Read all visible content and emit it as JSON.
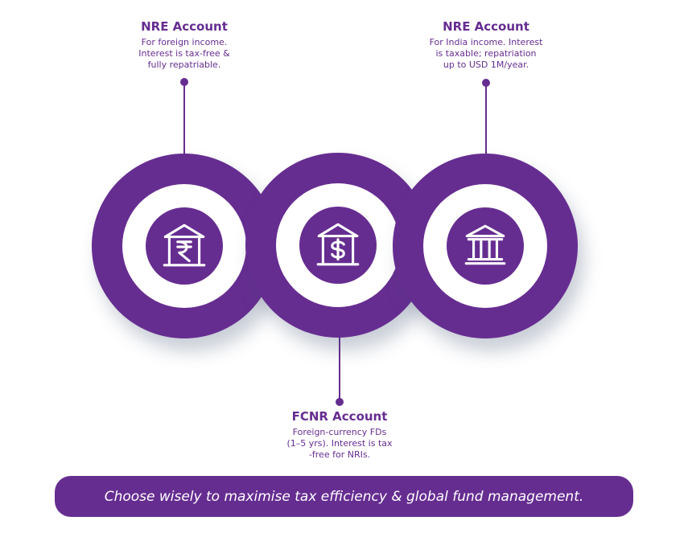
{
  "accounts": [
    {
      "title": "NRE Account",
      "desc": [
        "For foreign income.",
        "Interest is tax-free &",
        "fully repatriable."
      ],
      "icon": "bank-rupee-icon"
    },
    {
      "title": "FCNR Account",
      "desc": [
        "Foreign-currency FDs",
        "(1–5 yrs). Interest is tax",
        "-free for NRIs."
      ],
      "icon": "bank-dollar-icon"
    },
    {
      "title": "NRE Account",
      "desc": [
        "For India income. Interest",
        "is taxable; repatriation",
        "up to USD 1M/year."
      ],
      "icon": "bank-building-icon"
    }
  ],
  "banner": {
    "text": "Choose wisely to maximise tax efficiency & global fund management."
  },
  "colors": {
    "primary": "#662d91",
    "background": "#ffffff"
  }
}
